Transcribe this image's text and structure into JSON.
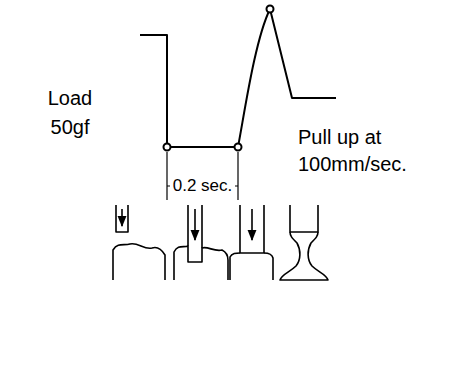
{
  "diagram": {
    "labels": [
      "Load 50gf",
      "Pull up at 100mm/sec.",
      "0.2 sec."
    ]
  }
}
